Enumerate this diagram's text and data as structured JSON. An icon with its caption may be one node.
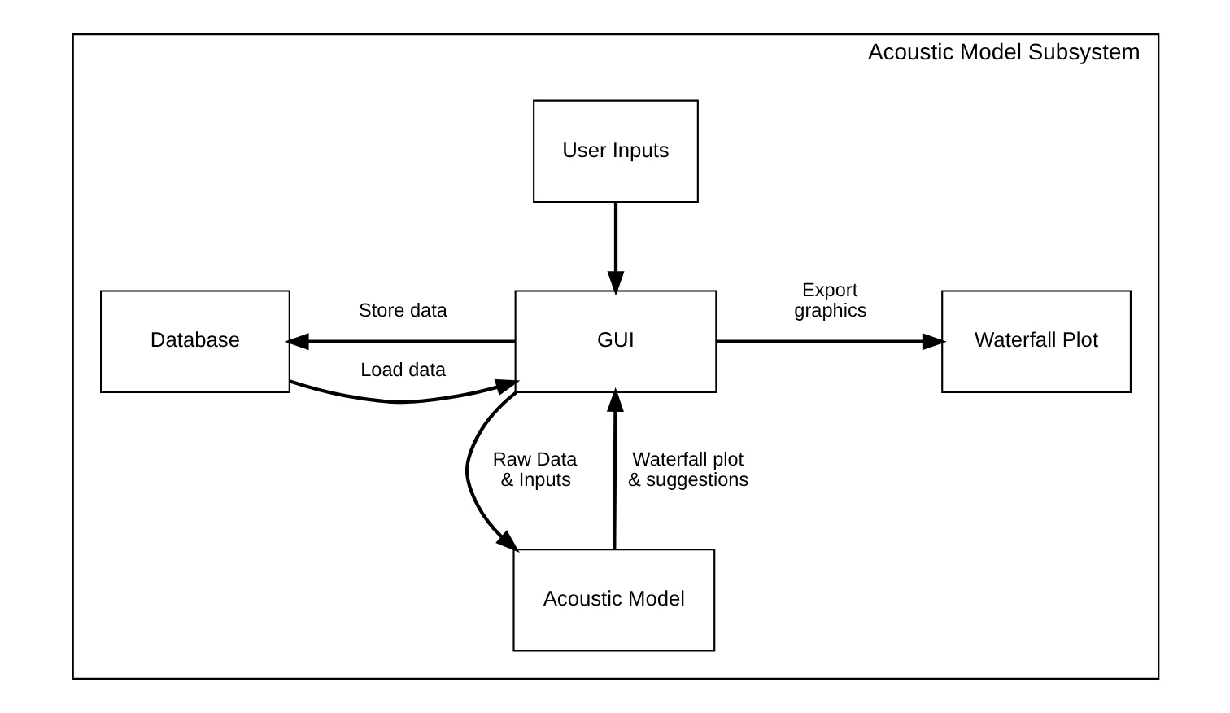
{
  "diagram": {
    "nodes": [
      {
        "text": [
          "Acoustic Model Subsystem"
        ]
      },
      {
        "text": [
          "User Inputs"
        ],
        "in": 0
      },
      {
        "text": [
          "Database"
        ],
        "in": 0
      },
      {
        "text": [
          "GUI"
        ],
        "in": 0
      },
      {
        "text": [
          "Waterfall Plot"
        ],
        "in": 0
      },
      {
        "text": [
          "Acoustic Model"
        ],
        "in": 0
      }
    ],
    "edges": [
      {
        "from": 1,
        "to": 3,
        "arrow": "to"
      },
      {
        "from": 2,
        "to": 3,
        "arrow": "to",
        "label": "Load data"
      },
      {
        "from": 3,
        "to": 2,
        "arrow": "to",
        "label": "Store data"
      },
      {
        "from": 3,
        "to": 4,
        "arrow": "to",
        "label": "Export graphics"
      },
      {
        "from": 3,
        "to": 5,
        "arrow": "to",
        "label": "Raw Data & Inputs"
      },
      {
        "from": 5,
        "to": 3,
        "arrow": "to",
        "label": "Waterfall plot & suggestions"
      }
    ]
  }
}
